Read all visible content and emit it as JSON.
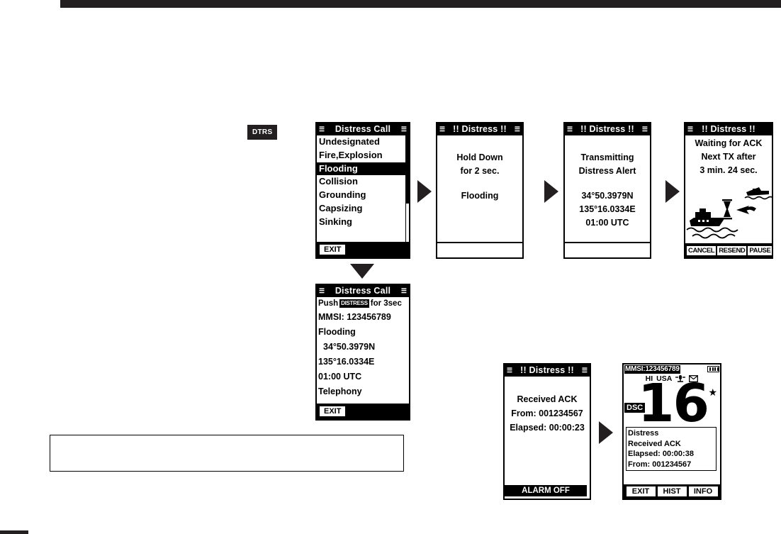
{
  "page": {
    "note_box_text": ""
  },
  "keys": {
    "dtrs": "DTRS"
  },
  "distress_call_list": {
    "title": "Distress Call",
    "ear_left": "☰",
    "ear_right": "☰",
    "items": [
      {
        "label": "Undesignated",
        "selected": false
      },
      {
        "label": "Fire,Explosion",
        "selected": false
      },
      {
        "label": "Flooding",
        "selected": true
      },
      {
        "label": "Collision",
        "selected": false
      },
      {
        "label": "Grounding",
        "selected": false
      },
      {
        "label": "Capsizing",
        "selected": false
      },
      {
        "label": "Sinking",
        "selected": false
      }
    ],
    "exit_label": "EXIT"
  },
  "distress_call_detail": {
    "title": "Distress Call",
    "ear_left": "☰",
    "ear_right": "☰",
    "push_prefix": "Push",
    "push_tag": "DISTRESS",
    "push_suffix": "for 3sec",
    "mmsi": "MMSI: 123456789",
    "nature": "Flooding",
    "latitude": "34°50.3979N",
    "longitude": "135°16.0334E",
    "time": "01:00 UTC",
    "mode": "Telephony",
    "exit_label": "EXIT"
  },
  "hold_down": {
    "title": "!! Distress !!",
    "ear_left": "☰",
    "ear_right": "☰",
    "line1": "Hold Down",
    "line2": "for 2 sec.",
    "line3": "Flooding"
  },
  "transmitting": {
    "title": "!! Distress !!",
    "ear_left": "☰",
    "ear_right": "☰",
    "line1": "Transmitting",
    "line2": "Distress Alert",
    "latitude": "34°50.3979N",
    "longitude": "135°16.0334E",
    "time": "01:00 UTC"
  },
  "waiting_ack": {
    "title": "!! Distress !!",
    "ear_left": "☰",
    "line1": "Waiting for ACK",
    "line2": "Next TX after",
    "line3": "3 min. 24 sec.",
    "softkeys": [
      "CANCEL",
      "RESEND",
      "PAUSE"
    ]
  },
  "received_ack": {
    "title": "!! Distress !!",
    "ear_left": "☰",
    "ear_right": "☰",
    "line1": "Received ACK",
    "line2": "From: 001234567",
    "line3": "Elapsed: 00:00:23",
    "alarm_off_label": "ALARM OFF"
  },
  "radio_screen": {
    "mmsi": "MMSI:123456789",
    "battery_icon": "battery-icon",
    "hi_label": "HI",
    "usa_label": "USA",
    "mic_icon": "microphone-icon",
    "mail_icon": "envelope-icon",
    "dsc_tag": "DSC",
    "channel": "16",
    "star_icon": "★",
    "message": {
      "line1": "Distress",
      "line2": "Received ACK",
      "line3": "Elapsed: 00:00:38",
      "line4": "From: 001234567"
    },
    "softkeys": [
      "EXIT",
      "HIST",
      "INFO"
    ]
  },
  "colors": {
    "ink": "#231f20",
    "lcd_background": "#ffffff"
  }
}
